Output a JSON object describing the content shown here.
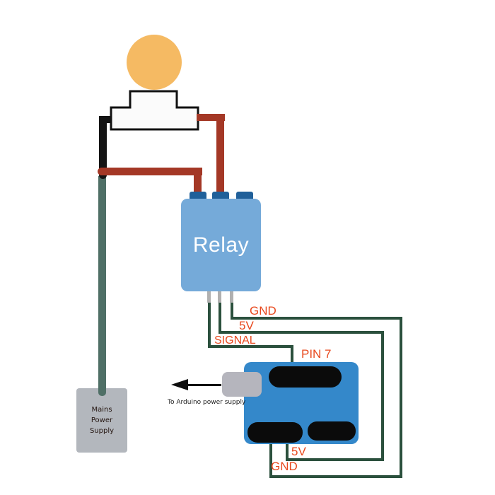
{
  "relay": {
    "label": "Relay"
  },
  "mains_supply": {
    "lines": [
      "Mains",
      "Power",
      "Supply"
    ]
  },
  "arduino": {
    "power_note": "To Arduino power supply"
  },
  "wire_labels": {
    "relay_gnd": "GND",
    "relay_5v": "5V",
    "relay_signal": "SIGNAL",
    "arduino_pin7": "PIN 7",
    "arduino_5v": "5V",
    "arduino_gnd": "GND"
  },
  "colors": {
    "bulb": "#f5ba63",
    "holder_fill": "#fbfbfb",
    "holder_border": "#111111",
    "wire_black": "#141414",
    "wire_red": "#a43826",
    "wire_mains": "#4f6f66",
    "wire_green": "#2b503d",
    "relay_body": "#75aad9",
    "relay_terminal": "#20609a",
    "relay_pin": "#b0b0b0",
    "arduino_board": "#3488ca",
    "arduino_chip": "#0b0b0b",
    "usb": "#b5b5bd",
    "mains_box": "#b3b7bd",
    "label": "#e8481d"
  }
}
